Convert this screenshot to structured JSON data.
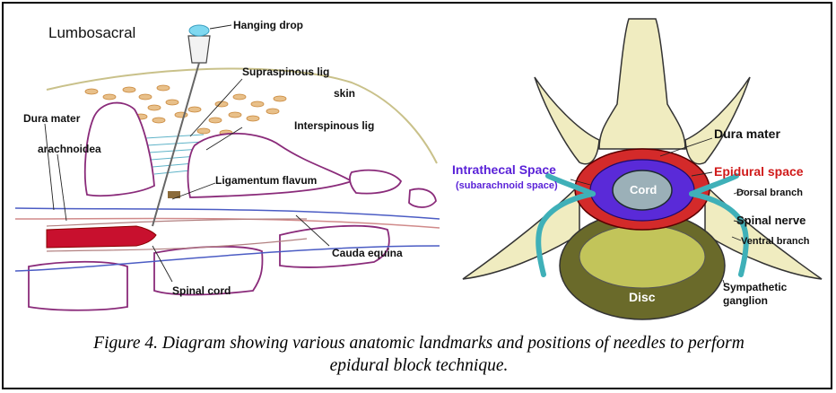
{
  "left_diagram": {
    "title": "Lumbosacral",
    "labels": {
      "hanging_drop": "Hanging drop",
      "supraspinous": "Supraspinous lig",
      "skin": "skin",
      "dura_mater": "Dura mater",
      "interspinous": "Interspinous lig",
      "arachnoidea": "arachnoidea",
      "ligamentum_flavum": "Ligamentum flavum",
      "cauda_equina": "Cauda equina",
      "spinal_cord": "Spinal cord"
    }
  },
  "right_diagram": {
    "labels": {
      "dura_mater": "Dura mater",
      "intrathecal": "Intrathecal Space",
      "subarachnoid": "(subarachnoid space)",
      "epidural": "Epidural space",
      "cord": "Cord",
      "dorsal_branch": "Dorsal branch",
      "spinal_nerve": "Spinal nerve",
      "ventral_branch": "Ventral branch",
      "disc": "Disc",
      "sympathetic_1": "Sympathetic",
      "sympathetic_2": "ganglion"
    }
  },
  "caption": {
    "line1": "Figure 4. Diagram showing various anatomic landmarks and positions of needles to perform",
    "line2": "epidural block technique."
  }
}
